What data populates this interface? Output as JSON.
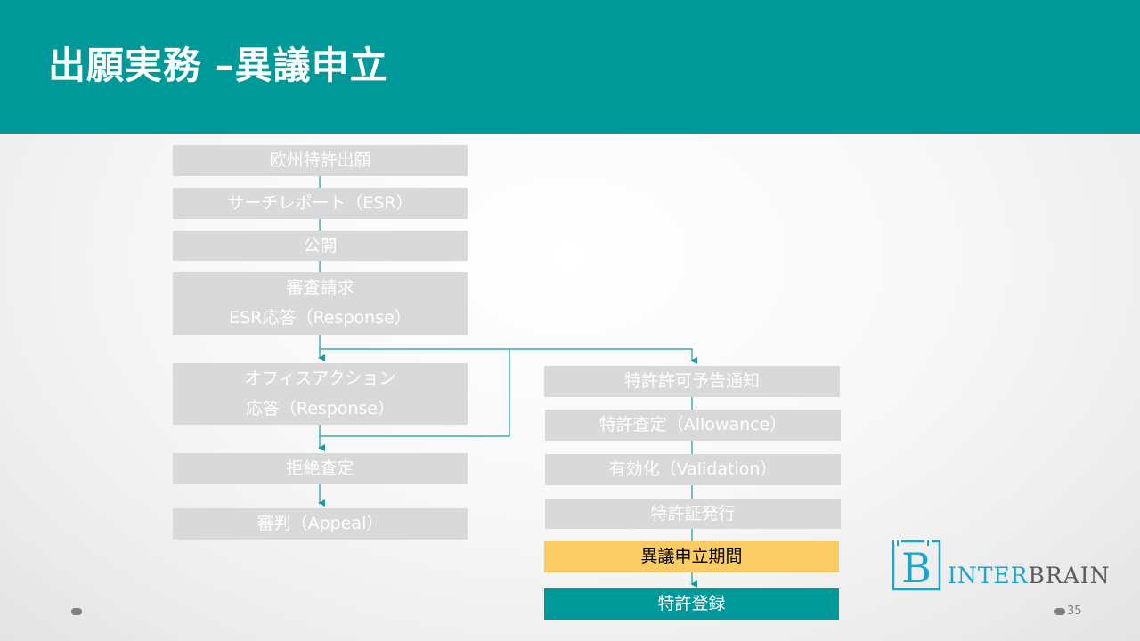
{
  "slide": {
    "title": "出願実務 –異議申立",
    "page_number": "35"
  },
  "flow_left": {
    "application": "欧州特許出願",
    "search_report": "サーチレポート（ESR）",
    "publication": "公開",
    "exam_request_line1": "審査請求",
    "exam_request_line2": "ESR応答（Response）",
    "office_action_line1": "オフィスアクション",
    "office_action_line2": "応答（Response）",
    "rejection": "拒絶査定",
    "appeal": "審判（Appeal）"
  },
  "flow_right": {
    "allowance_notice": "特許許可予告通知",
    "allowance": "特許査定（Allowance）",
    "validation": "有効化（Validation）",
    "certificate": "特許証発行",
    "opposition_period": "異議申立期間",
    "registration": "特許登録"
  },
  "logo": {
    "letter": "B",
    "text_part1": "INTER",
    "text_part2": "BRAIN"
  },
  "colors": {
    "header": "#00999a",
    "box": "#d9d9d9",
    "highlight": "#fbcc63",
    "final": "#00999a",
    "logo_blue": "#1ba6c9"
  }
}
